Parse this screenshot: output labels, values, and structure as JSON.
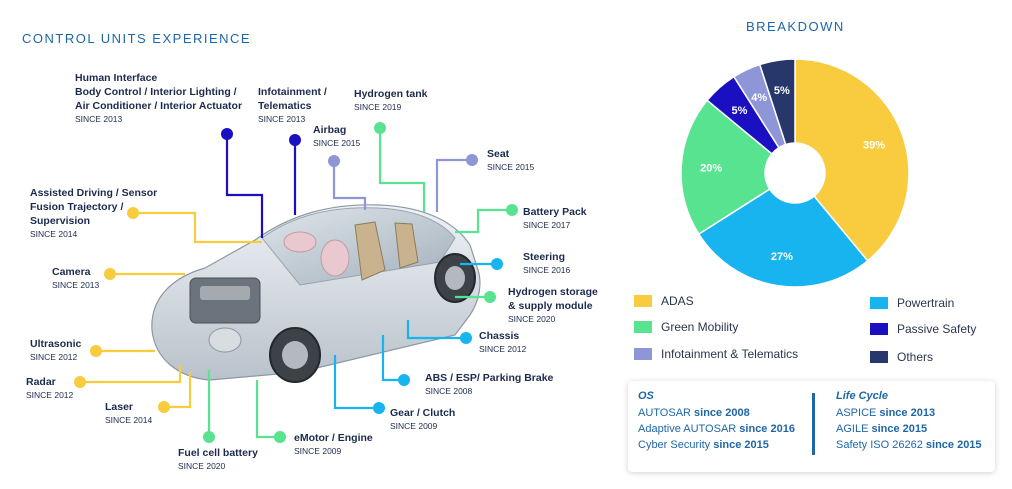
{
  "left_title": "CONTROL UNITS EXPERIENCE",
  "right_title": "BREAKDOWN",
  "colors": {
    "adas": "#f9cb3f",
    "green": "#57e38f",
    "infotainment": "#8f96d8",
    "powertrain": "#18b4f0",
    "passive": "#1a10c2",
    "others": "#27376b"
  },
  "units": [
    {
      "id": "human",
      "lines": [
        "Human Interface",
        "Body Control / Interior Lighting /",
        "Air Conditioner / Interior Actuator"
      ],
      "since": "SINCE 2013"
    },
    {
      "id": "infotainment",
      "lines": [
        "Infotainment /",
        "Telematics"
      ],
      "since": "SINCE 2013"
    },
    {
      "id": "hydrogen-tank",
      "lines": [
        "Hydrogen tank"
      ],
      "since": "SINCE 2019"
    },
    {
      "id": "airbag",
      "lines": [
        "Airbag"
      ],
      "since": "SINCE 2015"
    },
    {
      "id": "seat",
      "lines": [
        "Seat"
      ],
      "since": "SINCE 2015"
    },
    {
      "id": "assisted",
      "lines": [
        "Assisted Driving / Sensor",
        "Fusion Trajectory /",
        "Supervision"
      ],
      "since": "SINCE 2014"
    },
    {
      "id": "battery",
      "lines": [
        "Battery Pack"
      ],
      "since": "SINCE 2017"
    },
    {
      "id": "steering",
      "lines": [
        "Steering"
      ],
      "since": "SINCE 2016"
    },
    {
      "id": "camera",
      "lines": [
        "Camera"
      ],
      "since": "SINCE 2013"
    },
    {
      "id": "hydrogen-storage",
      "lines": [
        "Hydrogen storage",
        "& supply module"
      ],
      "since": "SINCE 2020"
    },
    {
      "id": "chassis",
      "lines": [
        "Chassis"
      ],
      "since": "SINCE 2012"
    },
    {
      "id": "ultrasonic",
      "lines": [
        "Ultrasonic"
      ],
      "since": "SINCE 2012"
    },
    {
      "id": "abs",
      "lines": [
        "ABS / ESP/ Parking Brake"
      ],
      "since": "SINCE 2008"
    },
    {
      "id": "radar",
      "lines": [
        "Radar"
      ],
      "since": "SINCE 2012"
    },
    {
      "id": "laser",
      "lines": [
        "Laser"
      ],
      "since": "SINCE 2014"
    },
    {
      "id": "gear",
      "lines": [
        "Gear / Clutch"
      ],
      "since": "SINCE 2009"
    },
    {
      "id": "emotor",
      "lines": [
        "eMotor / Engine"
      ],
      "since": "SINCE 2009"
    },
    {
      "id": "fuelcell",
      "lines": [
        "Fuel cell battery"
      ],
      "since": "SINCE 2020"
    }
  ],
  "chart_data": {
    "type": "pie",
    "donut": true,
    "slices": [
      {
        "label": "ADAS",
        "value": 39,
        "text": "39%",
        "color": "#f9cb3f"
      },
      {
        "label": "Powertrain",
        "value": 27,
        "text": "27%",
        "color": "#18b4f0"
      },
      {
        "label": "Green Mobility",
        "value": 20,
        "text": "20%",
        "color": "#57e38f"
      },
      {
        "label": "Passive Safety",
        "value": 5,
        "text": "5%",
        "color": "#1a10c2"
      },
      {
        "label": "Infotainment & Telematics",
        "value": 4,
        "text": "4%",
        "color": "#8f96d8"
      },
      {
        "label": "Others",
        "value": 5,
        "text": "5%",
        "color": "#27376b"
      }
    ],
    "legend": [
      {
        "label": "ADAS",
        "color": "#f9cb3f"
      },
      {
        "label": "Green Mobility",
        "color": "#57e38f"
      },
      {
        "label": "Infotainment & Telematics",
        "color": "#8f96d8"
      },
      {
        "label": "Powertrain",
        "color": "#18b4f0"
      },
      {
        "label": "Passive Safety",
        "color": "#1a10c2"
      },
      {
        "label": "Others",
        "color": "#27376b"
      }
    ]
  },
  "info_box": {
    "os_title": "OS",
    "os": [
      {
        "name": "AUTOSAR ",
        "since": "since 2008"
      },
      {
        "name": "Adaptive AUTOSAR ",
        "since": "since 2016"
      },
      {
        "name": "Cyber Security ",
        "since": "since 2015"
      }
    ],
    "lc_title": "Life Cycle",
    "lc": [
      {
        "name": "ASPICE ",
        "since": "since 2013"
      },
      {
        "name": "AGILE ",
        "since": "since 2015"
      },
      {
        "name": "Safety ISO 26262 ",
        "since": "since 2015"
      }
    ]
  }
}
